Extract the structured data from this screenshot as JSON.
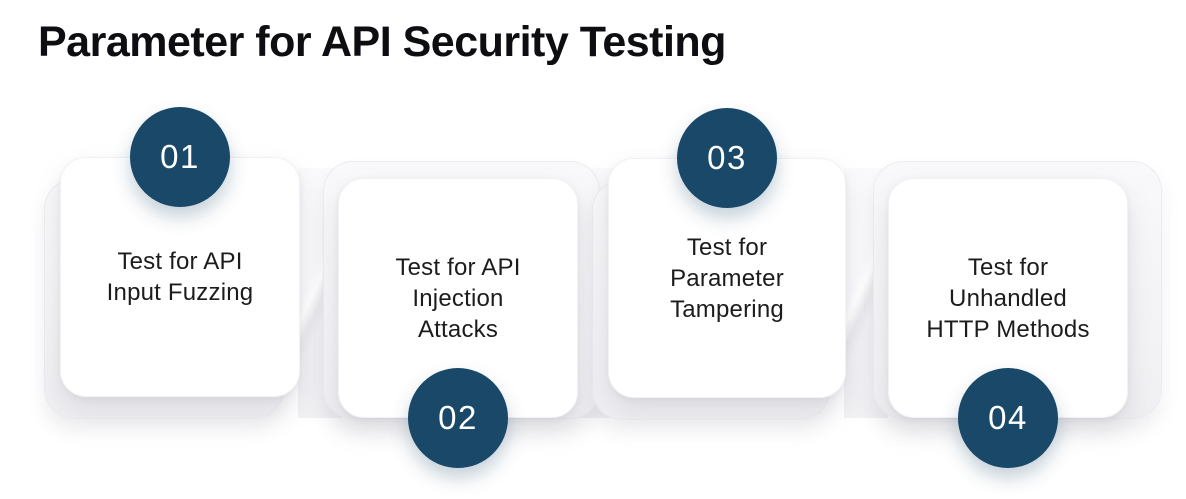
{
  "title": "Parameter for API Security Testing",
  "colors": {
    "accent": "#194869",
    "card_bg": "#ffffff",
    "back_sheet": "#f1f1f4",
    "title_text": "#0d0d12",
    "label_text": "#1c1c1e",
    "number_text": "#ffffff"
  },
  "steps": [
    {
      "number": "01",
      "label": "Test for API\nInput Fuzzing",
      "number_position": "top"
    },
    {
      "number": "02",
      "label": "Test for API\nInjection\nAttacks",
      "number_position": "bottom"
    },
    {
      "number": "03",
      "label": "Test for\nParameter\nTampering",
      "number_position": "top"
    },
    {
      "number": "04",
      "label": "Test for\nUnhandled\nHTTP Methods",
      "number_position": "bottom"
    }
  ]
}
